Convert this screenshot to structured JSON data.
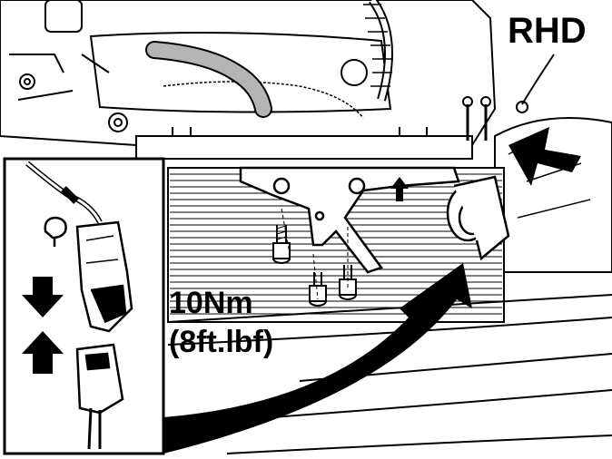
{
  "diagram": {
    "region_label": "RHD",
    "torque_line1": "10Nm",
    "torque_line2": "(8ft.lbf)"
  },
  "colors": {
    "ink": "#000000",
    "hose_gray": "#b4b4b4",
    "background": "#ffffff"
  },
  "icons": [
    "engine-bay-drawing",
    "horn-unit-icon",
    "mounting-bracket-icon",
    "bolt-icon",
    "connector-plug-icon",
    "arrow-down-icon",
    "arrow-up-icon",
    "curved-callout-arrow-icon",
    "direction-arrow-icon"
  ]
}
